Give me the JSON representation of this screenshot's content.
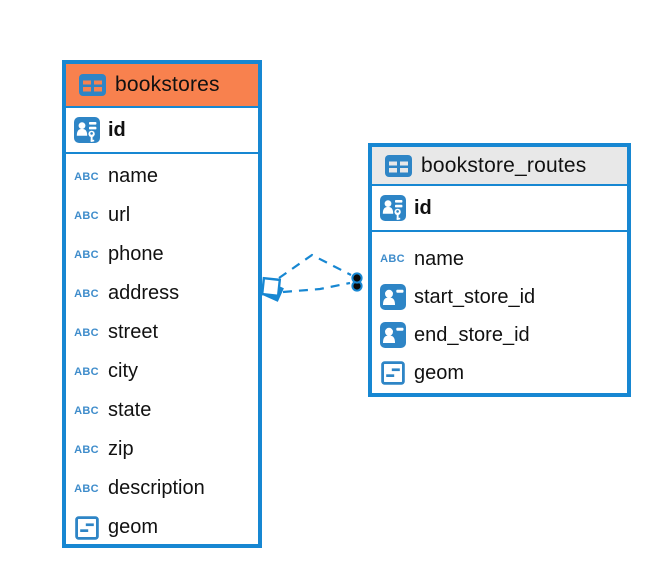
{
  "diagram": {
    "type": "entity-relationship",
    "canvas_background": "#FFFFFF",
    "colors": {
      "table_border_blue": "#1787D2",
      "icon_blue": "#2E85C6",
      "bookstores_header": "#F8814E",
      "bookstore_routes_header": "#E8E8E8",
      "edge_blue": "#1787D2",
      "dot_marker_fill": "#0A0A0A"
    },
    "icons": {
      "text_type_label": "ABC"
    },
    "tables": [
      {
        "name": "bookstores",
        "columns": [
          {
            "name": "id",
            "type": "primary-key"
          },
          {
            "name": "name",
            "type": "text"
          },
          {
            "name": "url",
            "type": "text"
          },
          {
            "name": "phone",
            "type": "text"
          },
          {
            "name": "address",
            "type": "text"
          },
          {
            "name": "street",
            "type": "text"
          },
          {
            "name": "city",
            "type": "text"
          },
          {
            "name": "state",
            "type": "text"
          },
          {
            "name": "zip",
            "type": "text"
          },
          {
            "name": "description",
            "type": "text"
          },
          {
            "name": "geom",
            "type": "geometry"
          }
        ]
      },
      {
        "name": "bookstore_routes",
        "columns": [
          {
            "name": "id",
            "type": "primary-key"
          },
          {
            "name": "name",
            "type": "text"
          },
          {
            "name": "start_store_id",
            "type": "foreign-key"
          },
          {
            "name": "end_store_id",
            "type": "foreign-key"
          },
          {
            "name": "geom",
            "type": "geometry"
          }
        ]
      }
    ],
    "relations": [
      {
        "from_table": "bookstore_routes",
        "to_table": "bookstores",
        "line_style": "dashed"
      },
      {
        "from_table": "bookstore_routes",
        "to_table": "bookstores",
        "line_style": "dashed"
      }
    ]
  }
}
